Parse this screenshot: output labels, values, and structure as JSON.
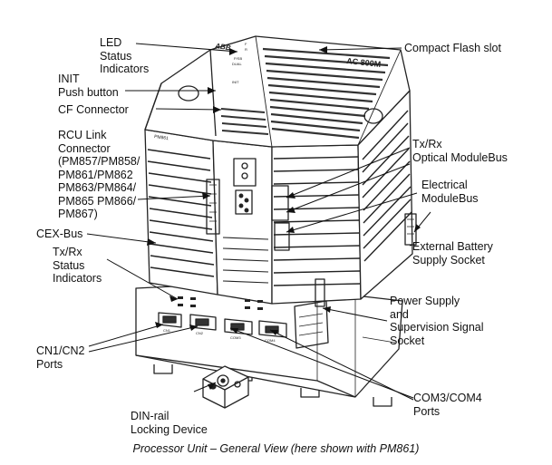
{
  "device": {
    "brand": "ABB",
    "model": "AC 800M",
    "side_tag": "PM861",
    "led_labels": [
      "F",
      "R",
      "P/SB",
      "DUAL",
      "INIT"
    ]
  },
  "labels": {
    "led_status": [
      "LED",
      "Status",
      "Indicators"
    ],
    "init_button": [
      "INIT",
      "Push button"
    ],
    "cf_connector": [
      "CF Connector"
    ],
    "rcu_link": [
      "RCU Link",
      "Connector",
      "(PM857/PM858/",
      "PM861/PM862",
      "PM863/PM864/",
      "PM865 PM866/",
      "PM867)"
    ],
    "cex_bus": [
      "CEX-Bus"
    ],
    "txrx_status": [
      "Tx/Rx",
      "Status",
      "Indicators"
    ],
    "cn_ports": [
      "CN1/CN2",
      "Ports"
    ],
    "din_rail": [
      "DIN-rail",
      "Locking Device"
    ],
    "compact_flash": [
      "Compact Flash slot"
    ],
    "txrx_optical": [
      "Tx/Rx",
      "Optical ModuleBus"
    ],
    "electrical_modulebus": [
      "Electrical",
      "ModuleBus"
    ],
    "battery_socket": [
      "External Battery",
      "Supply Socket"
    ],
    "power_supply": [
      "Power Supply",
      "and",
      "Supervision Signal",
      "Socket"
    ],
    "com_ports": [
      "COM3/COM4",
      "Ports"
    ]
  },
  "ports": [
    "CN1",
    "CN2",
    "COM3",
    "COM4"
  ],
  "caption": "Processor Unit – General View (here shown with PM861)"
}
